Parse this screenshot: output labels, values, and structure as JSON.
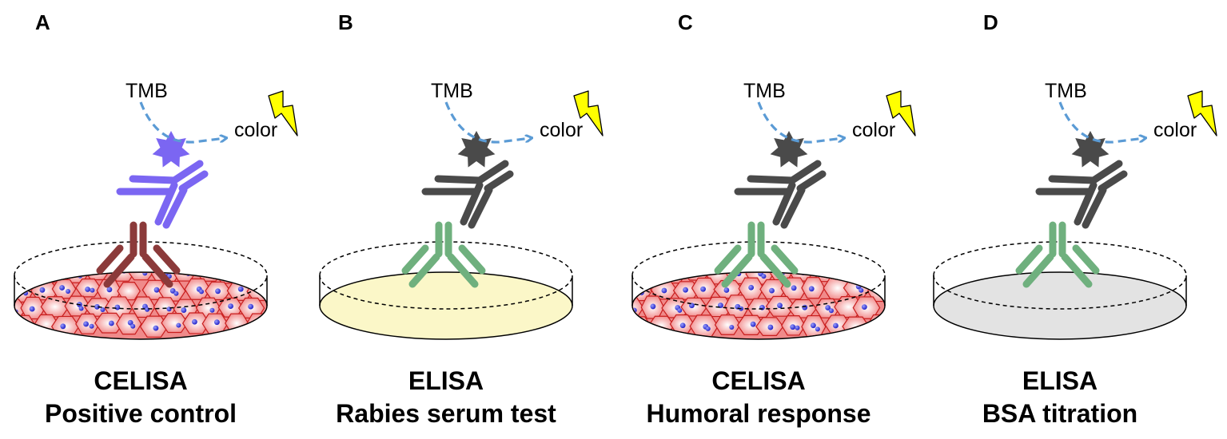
{
  "panels": [
    {
      "letter": "A",
      "tmb": "TMB",
      "color_word": "color",
      "title": "CELISA",
      "subtitle": "Positive control",
      "surface": "cells",
      "primary_color": "#8b3a3a",
      "secondary_color": "#7b66f2",
      "enzyme_color": "#7b66f2"
    },
    {
      "letter": "B",
      "tmb": "TMB",
      "color_word": "color",
      "title": "ELISA",
      "subtitle": "Rabies serum test",
      "surface": "plain",
      "surface_color": "#fbf7c8",
      "primary_color": "#6fb07e",
      "secondary_color": "#4a4a4a",
      "enzyme_color": "#4a4a4a"
    },
    {
      "letter": "C",
      "tmb": "TMB",
      "color_word": "color",
      "title": "CELISA",
      "subtitle": "Humoral response",
      "surface": "cells",
      "primary_color": "#6fb07e",
      "secondary_color": "#4a4a4a",
      "enzyme_color": "#4a4a4a"
    },
    {
      "letter": "D",
      "tmb": "TMB",
      "color_word": "color",
      "title": "ELISA",
      "subtitle": "BSA titration",
      "surface": "plain",
      "surface_color": "#e3e3e3",
      "primary_color": "#6fb07e",
      "secondary_color": "#4a4a4a",
      "enzyme_color": "#4a4a4a"
    }
  ],
  "colors": {
    "arrow": "#5b9bd5",
    "lightning": "#ffff00",
    "cell_fill": "#f08a8a",
    "cell_border": "#c81e1e",
    "nucleus": "#3a3ad8"
  }
}
